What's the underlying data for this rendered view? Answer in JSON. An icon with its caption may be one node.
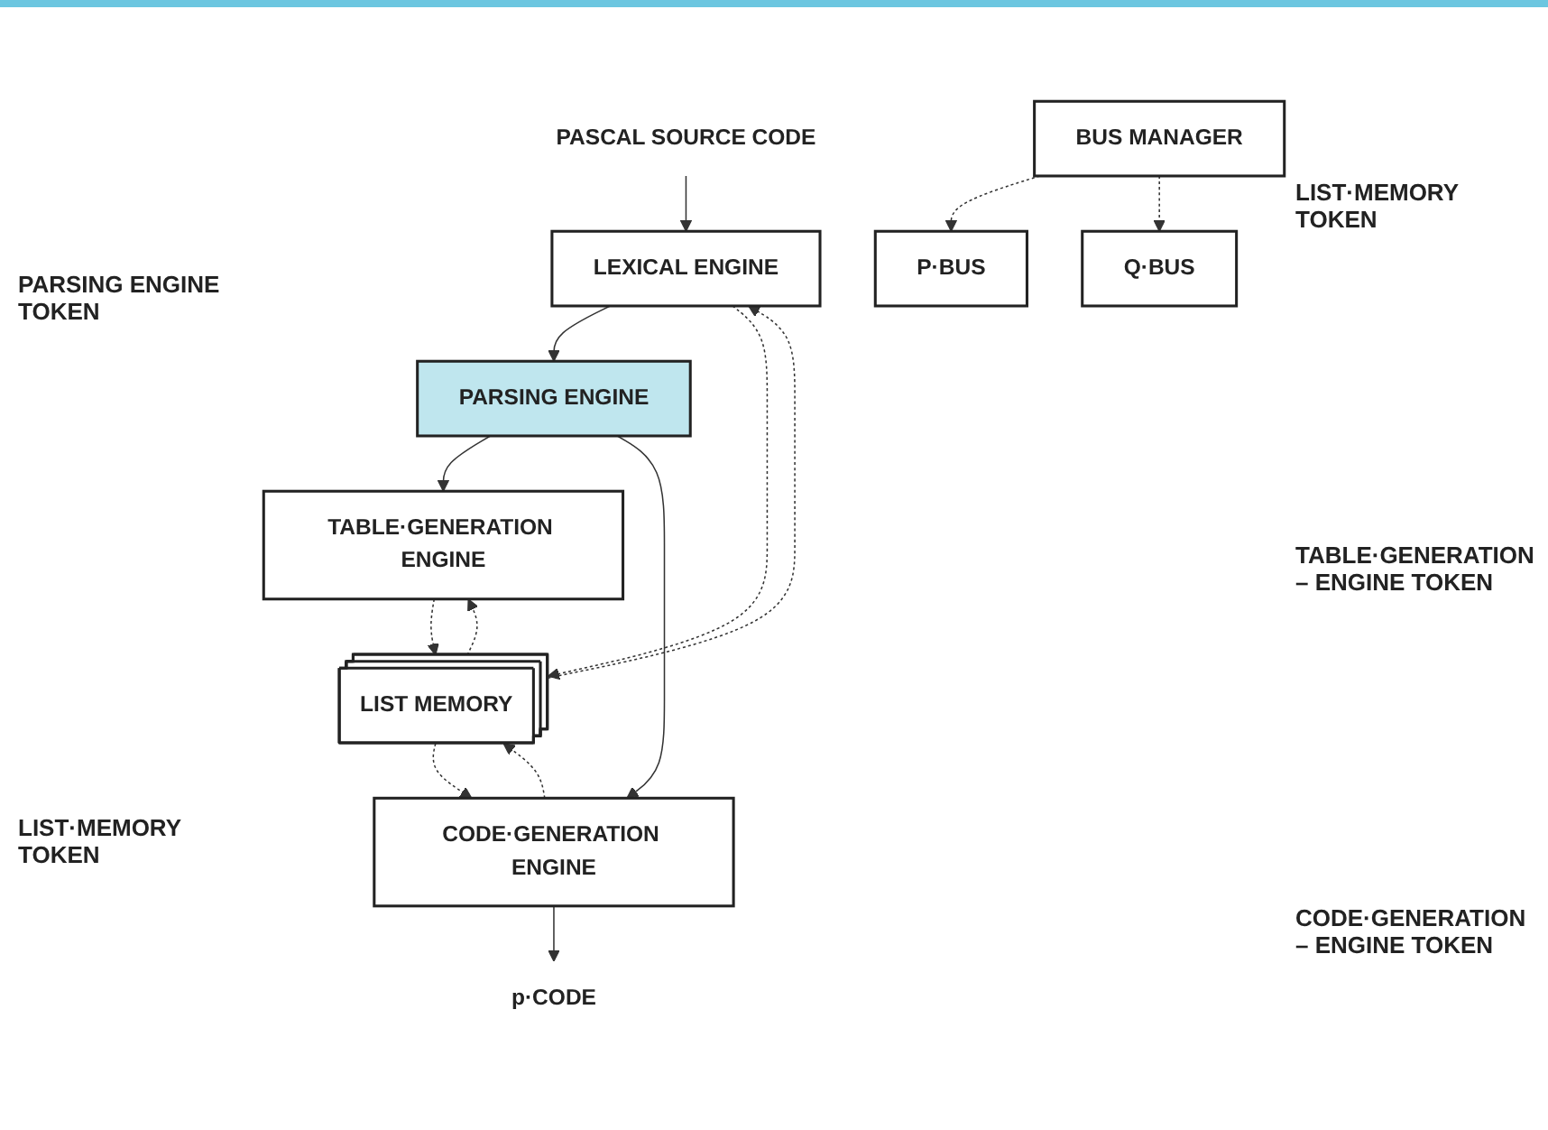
{
  "diagram": {
    "nodes": [
      {
        "text": [
          "PASCAL SOURCE CODE"
        ]
      },
      {
        "text": [
          "P·BUS"
        ]
      },
      {
        "text": [
          "LEXICAL ENGINE"
        ]
      },
      {
        "text": [
          "PARSING ENGINE"
        ]
      },
      {
        "text": [
          "TABLE·GENERATION ENGINE"
        ]
      },
      {
        "text": [
          "CODE·GENERATION ENGINE"
        ]
      },
      {
        "text": [
          "p·CODE"
        ]
      },
      {
        "text": [
          "LIST MEMORY"
        ]
      },
      {
        "text": [
          "BUS MANAGER"
        ]
      },
      {
        "text": [
          "Q·BUS"
        ]
      }
    ],
    "edges": [
      {
        "from": 0,
        "to": 2,
        "arrow": "to"
      },
      {
        "from": 2,
        "to": 3,
        "arrow": "to"
      },
      {
        "from": 3,
        "to": 4,
        "arrow": "to"
      },
      {
        "from": 3,
        "to": 5,
        "arrow": "to"
      },
      {
        "from": 5,
        "to": 6,
        "arrow": "to"
      },
      {
        "from": 2,
        "to": 7,
        "arrow": "to",
        "style": "dashed"
      },
      {
        "from": 4,
        "to": 7,
        "arrow": "to",
        "style": "dashed"
      },
      {
        "from": 5,
        "to": 7,
        "arrow": "to",
        "style": "dashed"
      },
      {
        "from": 7,
        "to": 2,
        "arrow": "to",
        "style": "dashed"
      },
      {
        "from": 7,
        "to": 4,
        "arrow": "to",
        "style": "dashed"
      },
      {
        "from": 7,
        "to": 5,
        "arrow": "to",
        "style": "dashed"
      },
      {
        "from": 8,
        "to": 1,
        "arrow": "to",
        "style": "dashed"
      },
      {
        "from": 8,
        "to": 9,
        "arrow": "to",
        "style": "dashed"
      }
    ],
    "labels": [
      "PARSING ENGINE TOKEN",
      "LIST·MEMORY TOKEN",
      "LIST·MEMORY TOKEN",
      "TABLE·GENERATION – ENGINE TOKEN",
      "CODE·GENERATION – ENGINE TOKEN"
    ]
  }
}
